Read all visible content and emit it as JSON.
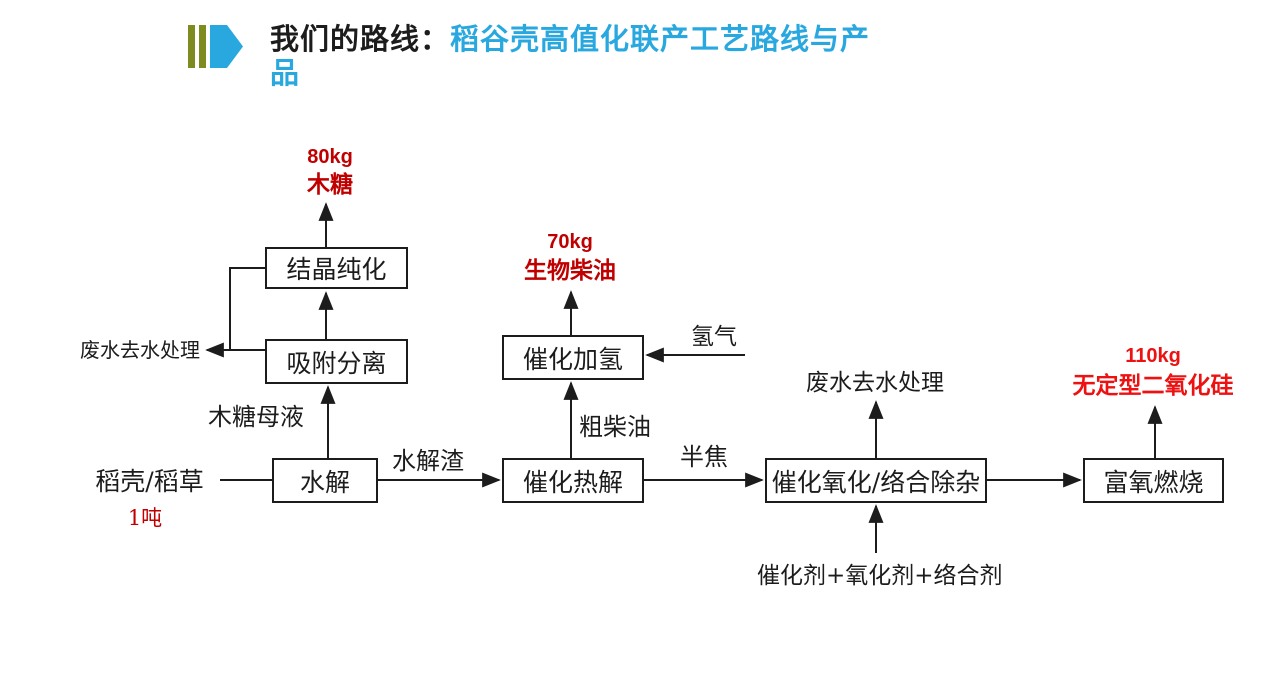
{
  "title": {
    "prefix": "我们的路线：",
    "highlight_line1": "稻谷壳高值化联产工艺路线与产",
    "highlight_line2": "品"
  },
  "colors": {
    "background": "#ffffff",
    "ink": "#1c1c1c",
    "red-dark": "#c00000",
    "red-bright": "#ee1111",
    "title-blue": "#29a8e0",
    "marker-olive": "#7d8b1f",
    "marker-blue": "#29a8e0"
  },
  "icons": {
    "title_marker": "title-marker-arrow-icon"
  },
  "flowchart": {
    "nodes": {
      "crystallization": {
        "label": "结晶纯化"
      },
      "adsorption": {
        "label": "吸附分离"
      },
      "hydrolysis": {
        "label": "水解"
      },
      "hydrogenation": {
        "label": "催化加氢"
      },
      "pyrolysis": {
        "label": "催化热解"
      },
      "oxidation": {
        "label": "催化氧化/络合除杂"
      },
      "combustion": {
        "label": "富氧燃烧"
      }
    },
    "products": {
      "xylose": {
        "amount": "80kg",
        "name": "木糖"
      },
      "biodiesel": {
        "amount": "70kg",
        "name": "生物柴油"
      },
      "silica": {
        "amount": "110kg",
        "name": "无定型二氧化硅"
      }
    },
    "inputs": {
      "feedstock": {
        "name": "稻壳/稻草",
        "amount": "1吨"
      },
      "hydrogen": {
        "name": "氢气"
      },
      "reagents": {
        "name": "催化剂+氧化剂+络合剂"
      }
    },
    "streams": {
      "xylose_mother_liquor": {
        "name": "木糖母液"
      },
      "hydrolysis_residue": {
        "name": "水解渣"
      },
      "crude_diesel": {
        "name": "粗柴油"
      },
      "semi_coke": {
        "name": "半焦"
      },
      "wastewater_left": {
        "name": "废水去水处理"
      },
      "wastewater_right": {
        "name": "废水去水处理"
      }
    }
  }
}
